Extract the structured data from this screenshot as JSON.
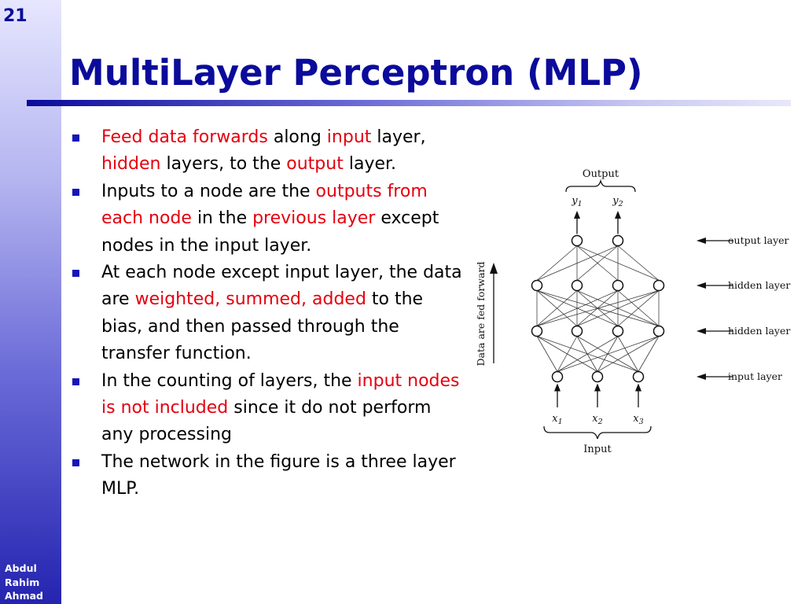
{
  "slide": {
    "number": "21",
    "title": "MultiLayer Perceptron (MLP)",
    "author": [
      "Abdul",
      "Rahim",
      "Ahmad"
    ]
  },
  "colors": {
    "title": "#0b0b9c",
    "bullet": "#1515b8",
    "highlight": "#e4000f",
    "sidebar_top": "#e6e6ff",
    "sidebar_bottom": "#2424b0"
  },
  "bullets": [
    [
      {
        "t": "Feed data forwards",
        "red": true
      },
      {
        "t": " along ",
        "red": false
      },
      {
        "t": "input",
        "red": true
      },
      {
        "t": " layer, ",
        "red": false
      },
      {
        "t": "hidden",
        "red": true
      },
      {
        "t": " layers, to the ",
        "red": false
      },
      {
        "t": "output",
        "red": true
      },
      {
        "t": " layer.",
        "red": false
      }
    ],
    [
      {
        "t": "Inputs to a node are the ",
        "red": false
      },
      {
        "t": "outputs from each node",
        "red": true
      },
      {
        "t": " in the ",
        "red": false
      },
      {
        "t": "previous layer",
        "red": true
      },
      {
        "t": " except nodes in the input layer.",
        "red": false
      }
    ],
    [
      {
        "t": "At each node except input layer, the data are ",
        "red": false
      },
      {
        "t": "weighted, summed, added",
        "red": true
      },
      {
        "t": " to the bias, and then passed through the transfer function.",
        "red": false
      }
    ],
    [
      {
        "t": "In the counting of layers, the ",
        "red": false
      },
      {
        "t": "input nodes  is not included",
        "red": true
      },
      {
        "t": " since it do not perform any processing",
        "red": false
      }
    ],
    [
      {
        "t": "The network in the figure is a three layer MLP.",
        "red": false
      }
    ]
  ],
  "figure": {
    "output_label": "Output",
    "input_label": "Input",
    "side_label": "Data are fed forward",
    "outputs": [
      {
        "v": "y",
        "s": "1"
      },
      {
        "v": "y",
        "s": "2"
      }
    ],
    "inputs": [
      {
        "v": "x",
        "s": "1"
      },
      {
        "v": "x",
        "s": "2"
      },
      {
        "v": "x",
        "s": "3"
      }
    ],
    "layer_labels": [
      "output layer",
      "hidden layer",
      "hidden layer",
      "input layer"
    ]
  }
}
